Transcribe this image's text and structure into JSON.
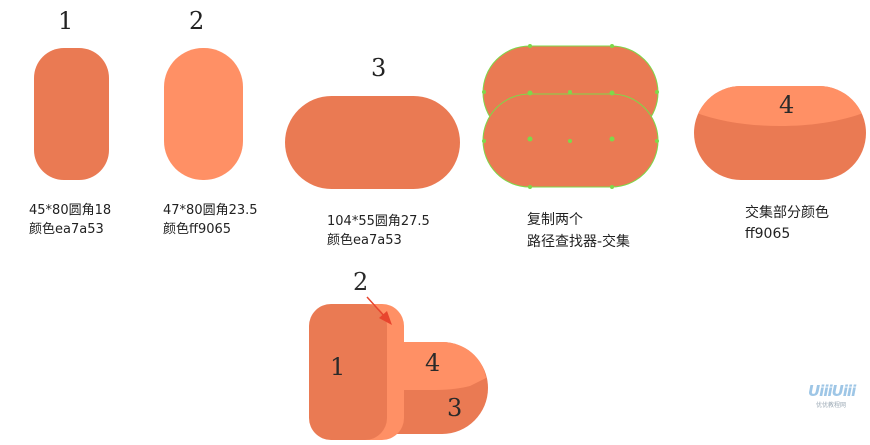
{
  "colors": {
    "dark_orange": "#ea7a53",
    "light_orange": "#ff9065",
    "path_green": "#7ed84a"
  },
  "steps": [
    {
      "number": "1",
      "caption_line1": "45*80圆角18",
      "caption_line2": "颜色ea7a53"
    },
    {
      "number": "2",
      "caption_line1": "47*80圆角23.5",
      "caption_line2": "颜色ff9065"
    },
    {
      "number": "3",
      "caption_line1": "104*55圆角27.5",
      "caption_line2": "颜色ea7a53"
    },
    {
      "caption_line1": "复制两个",
      "caption_line2": "路径查找器-交集"
    },
    {
      "number": "4",
      "caption_line1": "交集部分颜色",
      "caption_line2": "ff9065"
    }
  ],
  "composite": {
    "label_1": "1",
    "label_2": "2",
    "label_3": "3",
    "label_4": "4"
  },
  "watermark": {
    "logo_text": "UiiiUiii",
    "sub_text": "优优教程网"
  }
}
